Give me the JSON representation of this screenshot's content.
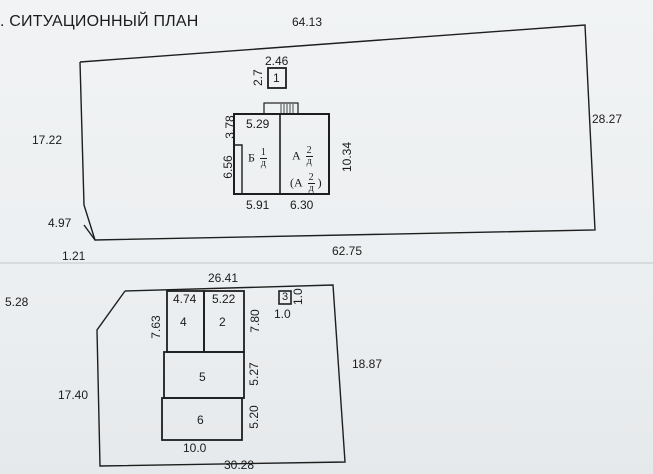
{
  "title": ". СИТУАЦИОННЫЙ ПЛАН",
  "plot1": {
    "top": "64.13",
    "right": "28.27",
    "left": "17.22",
    "bottom": "62.75",
    "left_lower": "4.97",
    "corner": "1.21",
    "shed": {
      "number": "1",
      "width": "2.46",
      "height": "2.7"
    },
    "house": {
      "top_left": "5.29",
      "left_upper": "3.78",
      "left": "6.56",
      "right": "10.34",
      "bottom_left": "5.91",
      "bottom_right": "6.30",
      "part_b_letter": "Б",
      "part_b_num": "1",
      "part_b_den": "д",
      "part_a_letter": "А",
      "part_a_num": "2",
      "part_a_den": "д",
      "part_a2_letter": "(А",
      "part_a2_num": "2",
      "part_a2_den": "д",
      "part_a2_close": ")"
    }
  },
  "plot2": {
    "top": "26.41",
    "top_left": "5.28",
    "left": "17.40",
    "right": "18.87",
    "bottom": "30.28",
    "block": {
      "r4_w": "4.74",
      "r2_w": "5.22",
      "left_h": "7.63",
      "r2_h": "7.80",
      "r5_h": "5.27",
      "r6_h": "5.20",
      "bottom_w": "10.0",
      "room4": "4",
      "room2": "2",
      "room5": "5",
      "room6": "6"
    },
    "small": {
      "number": "3",
      "w": "1.0",
      "h": "1.0"
    }
  }
}
